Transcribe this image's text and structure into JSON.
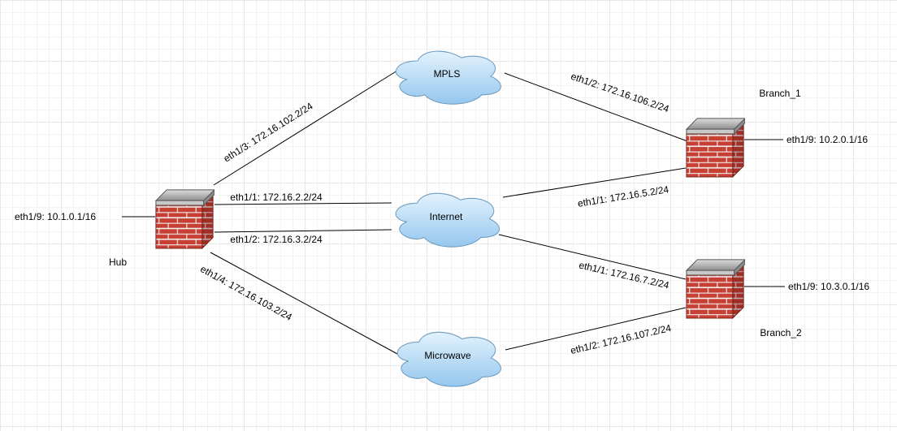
{
  "nodes": {
    "hub": {
      "label": "Hub",
      "type": "firewall",
      "interface": "eth1/9: 10.1.0.1/16"
    },
    "branch_1": {
      "label": "Branch_1",
      "type": "firewall",
      "interface": "eth1/9: 10.2.0.1/16"
    },
    "branch_2": {
      "label": "Branch_2",
      "type": "firewall",
      "interface": "eth1/9: 10.3.0.1/16"
    },
    "mpls": {
      "label": "MPLS",
      "type": "cloud"
    },
    "internet": {
      "label": "Internet",
      "type": "cloud"
    },
    "microwave": {
      "label": "Microwave",
      "type": "cloud"
    }
  },
  "links": [
    {
      "from": "hub",
      "to": "mpls",
      "label": "eth1/3: 172.16.102.2/24"
    },
    {
      "from": "hub",
      "to": "internet",
      "label": "eth1/1: 172.16.2.2/24"
    },
    {
      "from": "hub",
      "to": "internet",
      "label": "eth1/2: 172.16.3.2/24"
    },
    {
      "from": "hub",
      "to": "microwave",
      "label": "eth1/4: 172.16.103.2/24"
    },
    {
      "from": "mpls",
      "to": "branch_1",
      "label": "eth1/2: 172.16.106.2/24"
    },
    {
      "from": "internet",
      "to": "branch_1",
      "label": "eth1/1: 172.16.5.2/24"
    },
    {
      "from": "internet",
      "to": "branch_2",
      "label": "eth1/1: 172.16.7.2/24"
    },
    {
      "from": "microwave",
      "to": "branch_2",
      "label": "eth1/2: 172.16.107.2/24"
    }
  ],
  "colors": {
    "brick_red": "#c84034",
    "brick_mortar": "#efefef",
    "slab_gray": "#9e9e9e",
    "cloud_fill_top": "#e3f2fd",
    "cloud_fill_bottom": "#95c7ee",
    "cloud_stroke": "#6e9cc0",
    "line": "#000000",
    "grid_minor": "#f3f3f3",
    "grid_major": "#e7e7e7"
  }
}
